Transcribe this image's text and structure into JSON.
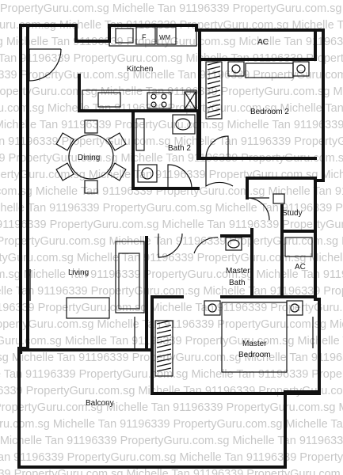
{
  "watermark": {
    "text": "PropertyGuru.com.sg Michelle Tan 91196339"
  },
  "rooms": {
    "kitchen": "Kitchen",
    "dining": "Dining",
    "bath2": "Bath 2",
    "bedroom2": "Bedroom 2",
    "ac_top": "AC",
    "study": "Study",
    "ac_mid": "AC",
    "living": "Living",
    "master_bath_1": "Master",
    "master_bath_2": "Bath",
    "master_bed_1": "Master",
    "master_bed_2": "Bedroom",
    "balcony": "Balcony"
  },
  "appliances": {
    "fridge": "F",
    "washer": "WM"
  }
}
